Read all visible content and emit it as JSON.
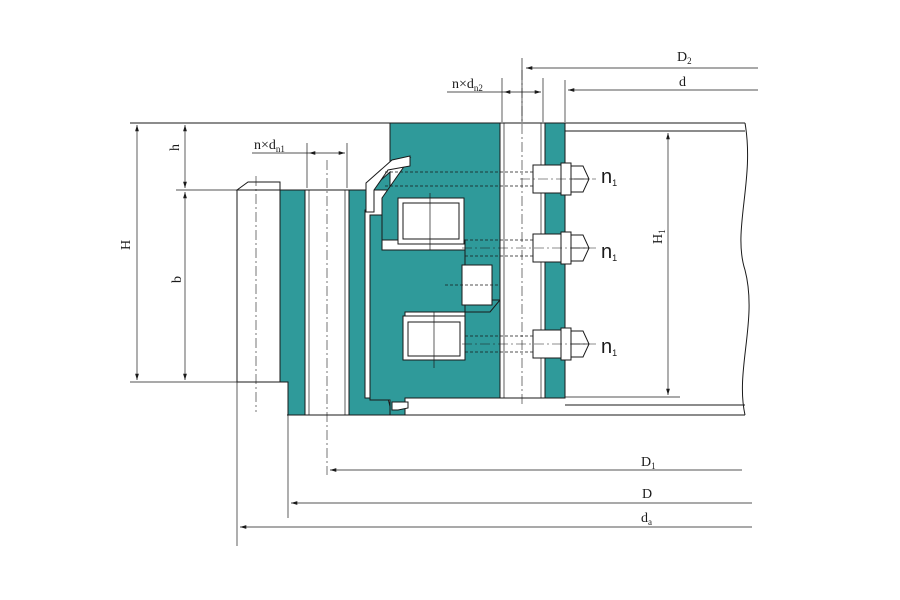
{
  "labels": {
    "D2": {
      "main": "D",
      "sub": "2"
    },
    "d": {
      "main": "d",
      "sub": ""
    },
    "n_dn2": {
      "main": "n×d",
      "sub": "n2"
    },
    "n_dn1": {
      "main": "n×d",
      "sub": "n1"
    },
    "h": {
      "main": "h",
      "sub": ""
    },
    "H": {
      "main": "H",
      "sub": ""
    },
    "b": {
      "main": "b",
      "sub": ""
    },
    "H1": {
      "main": "H",
      "sub": "1"
    },
    "n1_top": {
      "main": "n",
      "sub": "1"
    },
    "n1_mid": {
      "main": "n",
      "sub": "1"
    },
    "n1_bot": {
      "main": "n",
      "sub": "1"
    },
    "D1": {
      "main": "D",
      "sub": "1"
    },
    "D": {
      "main": "D",
      "sub": ""
    },
    "da": {
      "main": "d",
      "sub": "a"
    }
  },
  "colors": {
    "section_fill": "#2f9a9a",
    "line": "#1a1a1a",
    "background": "#ffffff"
  }
}
